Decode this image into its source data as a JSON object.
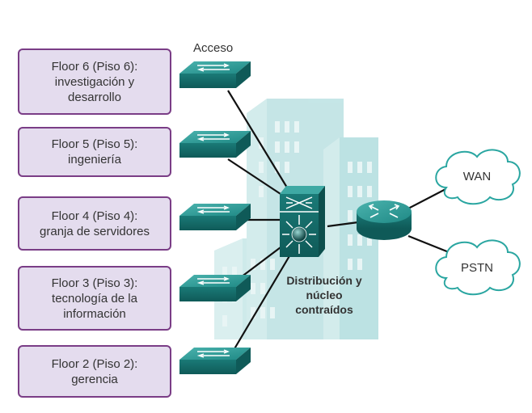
{
  "labels": {
    "access": "Acceso",
    "core": "Distribución y\nnúcleo\ncontraídos"
  },
  "floors": [
    {
      "text": "Floor 6 (Piso 6):\ninvestigación y\ndesarrollo"
    },
    {
      "text": "Floor 5 (Piso 5):\ningeniería"
    },
    {
      "text": "Floor 4 (Piso 4):\ngranja de servidores"
    },
    {
      "text": "Floor 3 (Piso 3):\ntecnología de la\ninformación"
    },
    {
      "text": "Floor 2 (Piso 2):\ngerencia"
    }
  ],
  "clouds": {
    "wan": "WAN",
    "pstn": "PSTN"
  },
  "colors": {
    "box_fill": "#e4dcee",
    "box_border": "#7a3d86",
    "device": "#1e8a87",
    "building": "#bfe3e4"
  }
}
